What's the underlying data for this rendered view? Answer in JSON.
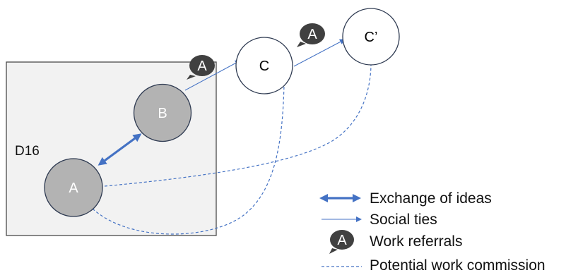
{
  "region": {
    "label": "D16"
  },
  "nodes": {
    "a": "A",
    "b": "B",
    "c": "C",
    "c_prime": "C’"
  },
  "badges": {
    "referral_1": "A",
    "referral_2": "A"
  },
  "legend": {
    "exchange": "Exchange of ideas",
    "social": "Social ties",
    "referral_badge": "A",
    "referral": "Work referrals",
    "commission": "Potential work commission"
  },
  "colors": {
    "region_fill": "#f2f2f2",
    "region_stroke": "#4a4a4a",
    "node_gray": "#b3b3b3",
    "accent_blue": "#4472c4",
    "badge_dark": "#404040"
  }
}
